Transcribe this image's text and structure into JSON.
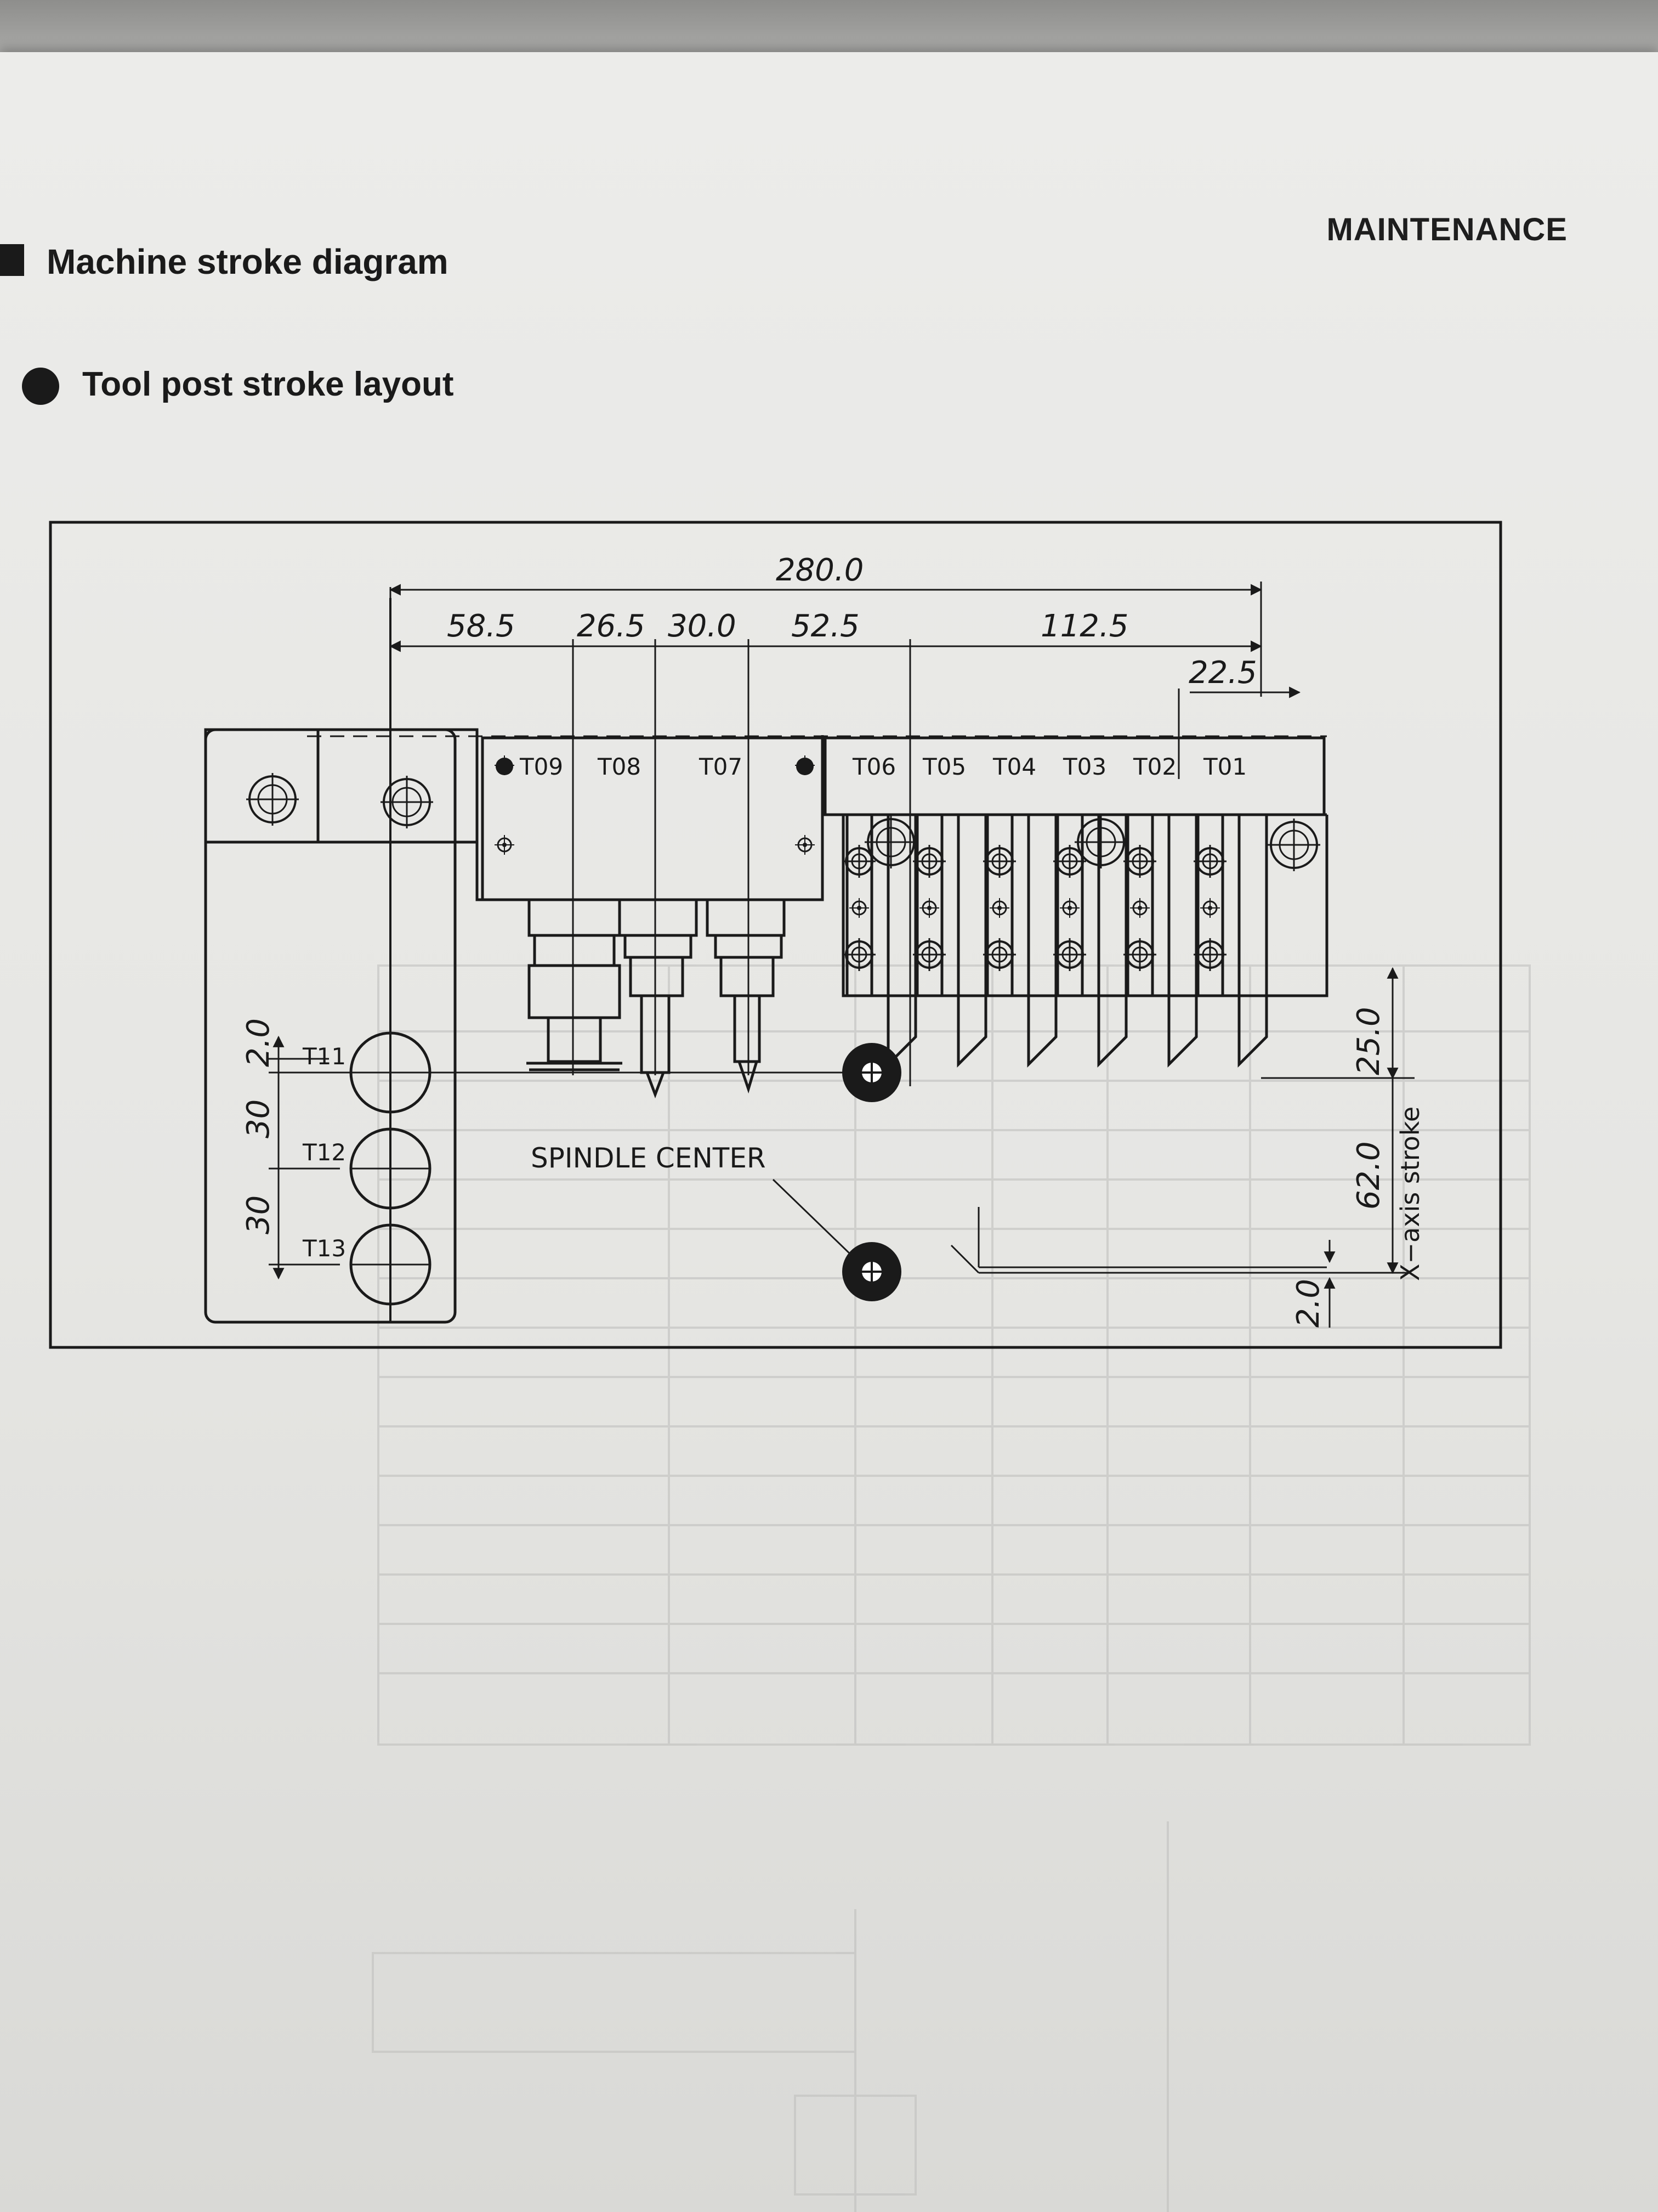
{
  "header": {
    "section": "MAINTENANCE",
    "title": "Machine stroke diagram",
    "subtitle": "Tool post stroke layout"
  },
  "diagram": {
    "dimensions": {
      "overall": "280.0",
      "d1": "58.5",
      "d2": "26.5",
      "d3": "30.0",
      "d4": "52.5",
      "d5": "112.5",
      "d6": "22.5",
      "v_pitch1": "2.0",
      "v_pitch2": "30",
      "v_pitch3": "30",
      "x_upper": "25.0",
      "x_stroke": "62.0",
      "x_lower": "2.0"
    },
    "tool_labels": [
      "T09",
      "T08",
      "T07",
      "T06",
      "T05",
      "T04",
      "T03",
      "T02",
      "T01"
    ],
    "side_tools": [
      "T11",
      "T12",
      "T13"
    ],
    "spindle_label": "SPINDLE CENTER",
    "x_axis_label": "X−axis stroke"
  },
  "colors": {
    "paper": "#e8e8e6",
    "ink": "#1a1a1a",
    "bleed": "#9a9a9a"
  }
}
